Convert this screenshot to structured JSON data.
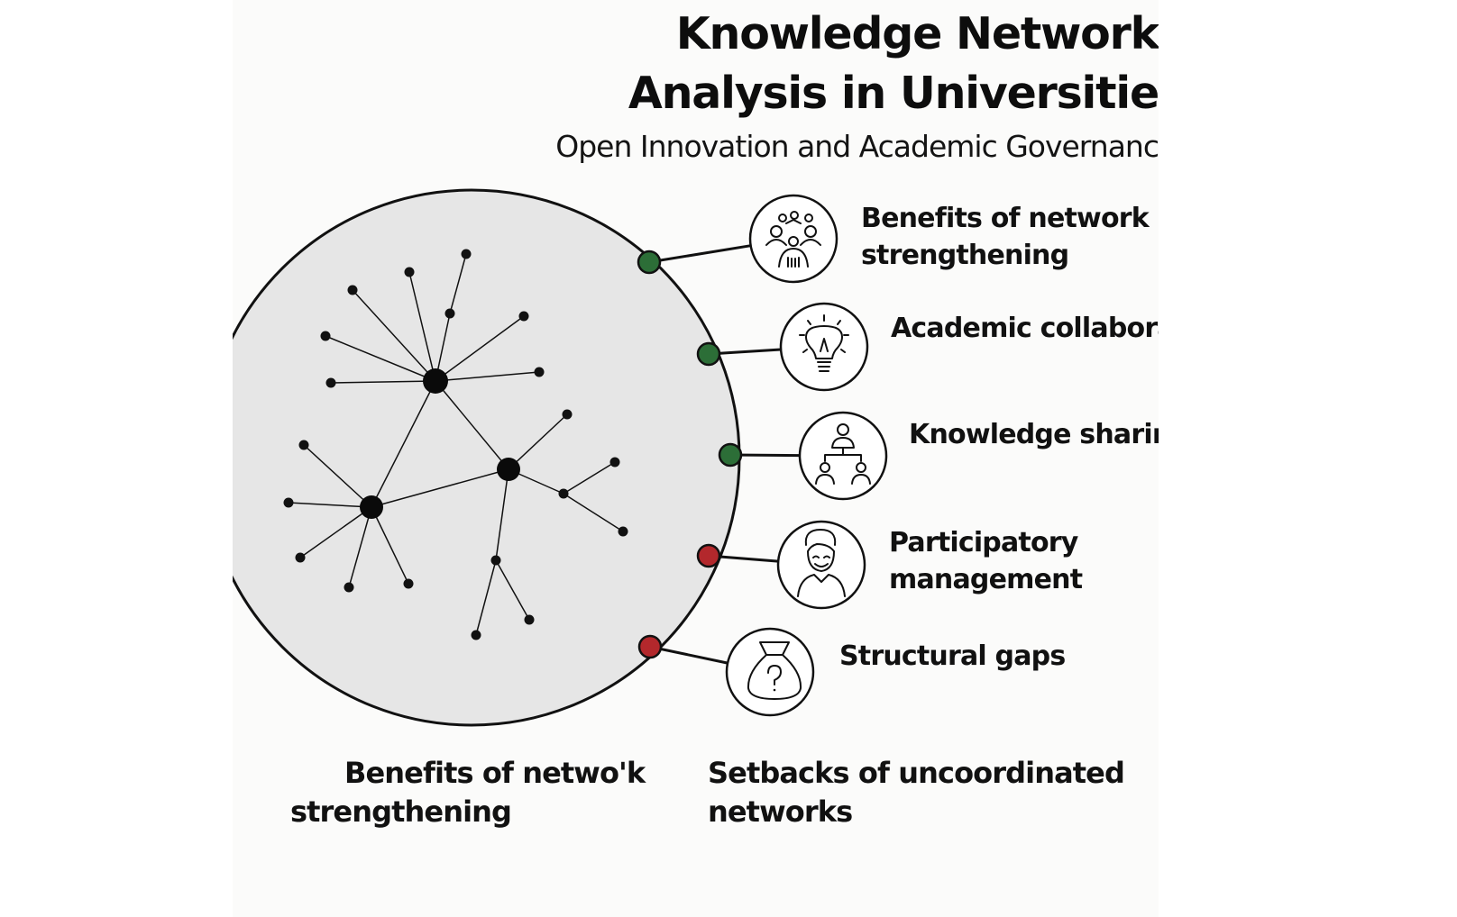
{
  "title": {
    "line1": "Knowledge Network",
    "line2": "Analysis in Universitie",
    "subtitle": "Open Innovation and Academic Governanc"
  },
  "branches": [
    {
      "line1": "Benefits of network",
      "line2": "strengthening",
      "icon": "people-network-icon",
      "status": "positive"
    },
    {
      "line1": "Academic collabora",
      "line2": "",
      "icon": "lightbulb-icon",
      "status": "positive"
    },
    {
      "line1": "Knowledge sharin",
      "line2": "",
      "icon": "hierarchy-icon",
      "status": "positive"
    },
    {
      "line1": "Participatory",
      "line2": "management",
      "icon": "smiling-person-icon",
      "status": "negative"
    },
    {
      "line1": "Structural gaps",
      "line2": "",
      "icon": "question-bag-icon",
      "status": "negative"
    }
  ],
  "captions": {
    "left": {
      "line1": "Benefits of netwo'k",
      "line2": "strengthening"
    },
    "right": {
      "line1": "Setbacks of uncoordinated",
      "line2": "networks"
    }
  },
  "colors": {
    "positive": "#2c6e37",
    "negative": "#b3282c",
    "circle_fill": "#e6e6e6",
    "ink": "#111111"
  }
}
